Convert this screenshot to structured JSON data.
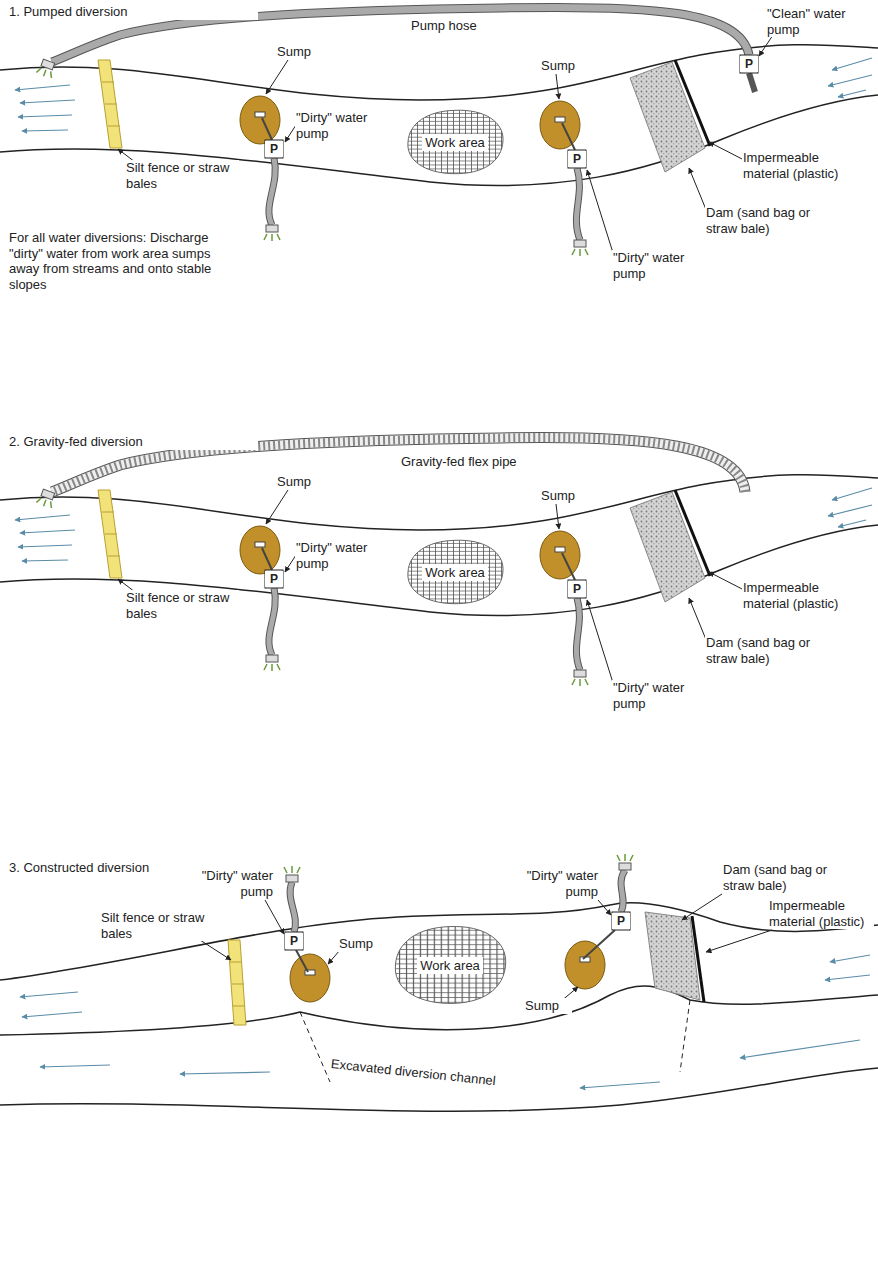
{
  "diagram": {
    "nodes": [
      {
        "text": [
          "Work area"
        ]
      },
      {
        "text": [
          "Work area"
        ]
      },
      {
        "text": [
          "Work area"
        ]
      }
    ],
    "labels": [
      "1. Pumped diversion",
      "Pump hose",
      "\"Clean\" water pump",
      "Sump",
      "\"Dirty\" water pump",
      "P",
      "Sump",
      "P",
      "\"Dirty\" water pump",
      "P",
      "Silt fence or straw bales",
      "For all water diversions: Discharge \"dirty\" water from work area sumps away from streams and onto stable slopes",
      "Impermeable material (plastic)",
      "Dam (sand bag or straw bale)",
      "2. Gravity-fed diversion",
      "Gravity-fed flex pipe",
      "Sump",
      "\"Dirty\" water pump",
      "P",
      "Sump",
      "P",
      "\"Dirty\" water pump",
      "Silt fence or straw bales",
      "Impermeable material (plastic)",
      "Dam (sand bag or straw bale)",
      "3. Constructed diversion",
      "\"Dirty\" water pump",
      "P",
      "Silt fence or straw bales",
      "Sump",
      "\"Dirty\" water pump",
      "P",
      "Dam (sand bag or straw bale)",
      "Impermeable material (plastic)",
      "Sump",
      "Excavated diversion channel"
    ]
  }
}
